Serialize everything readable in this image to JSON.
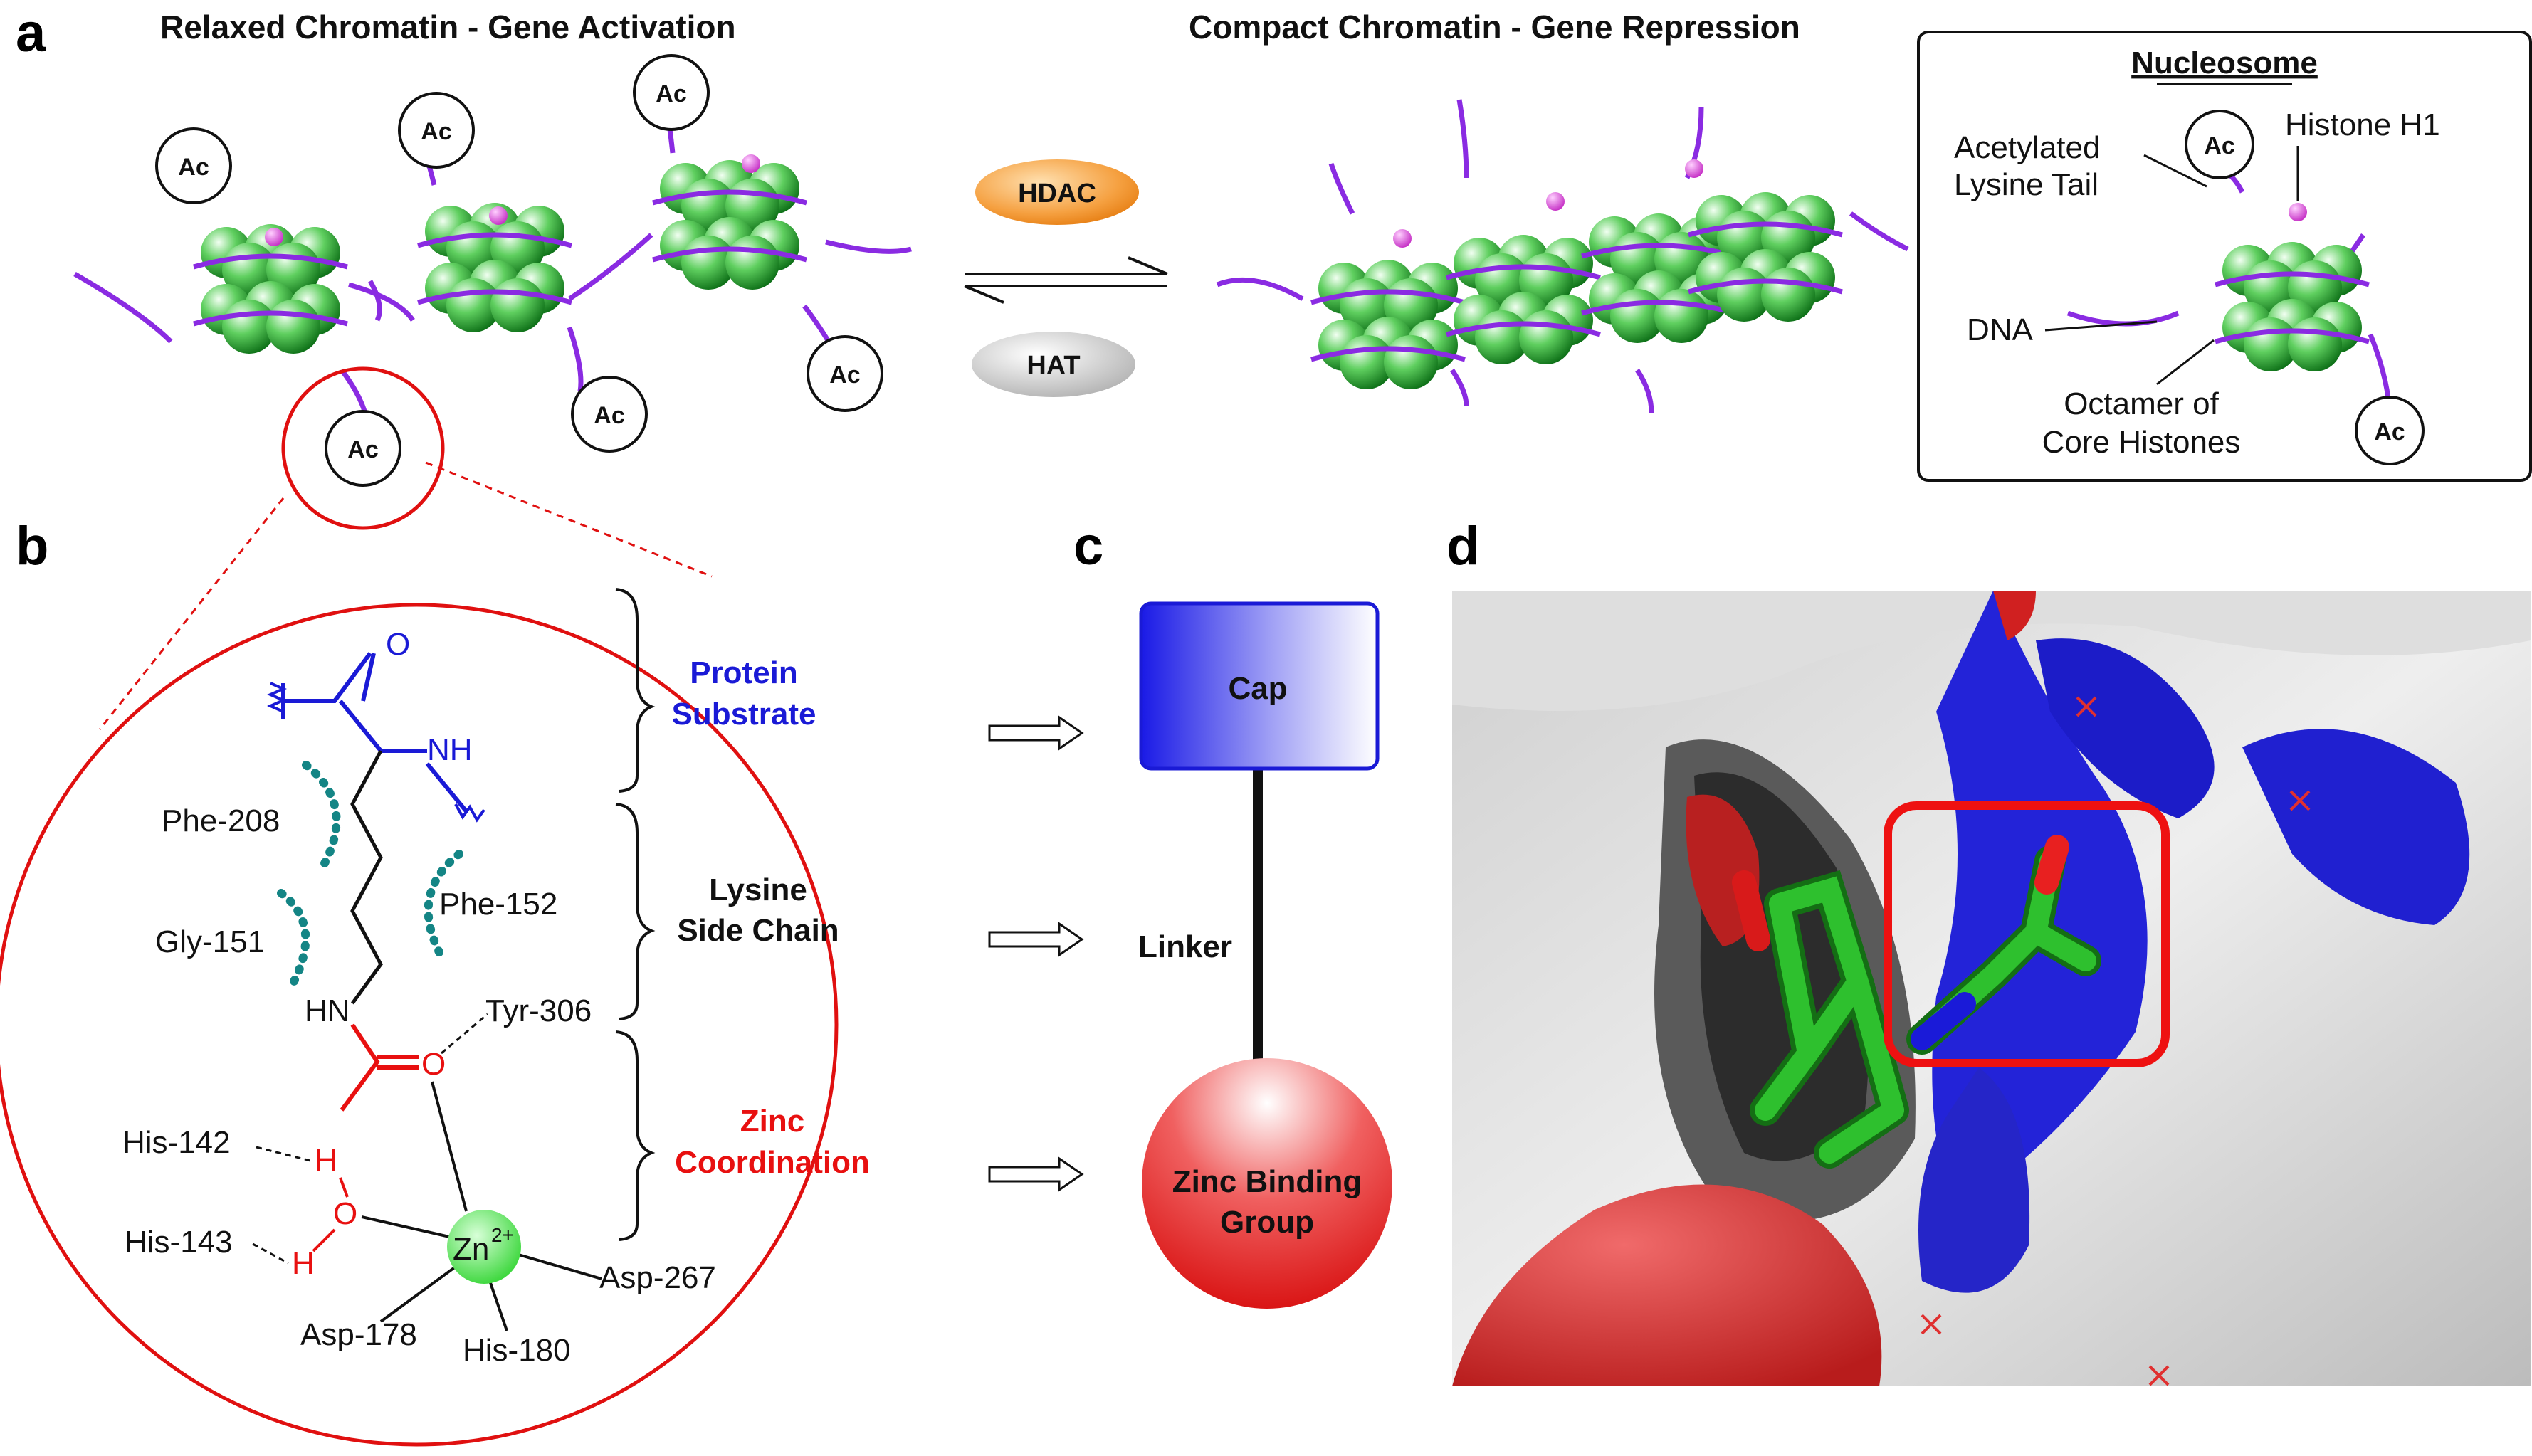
{
  "panels": {
    "a": {
      "letter": "a",
      "title_left": "Relaxed Chromatin - Gene Activation",
      "title_right": "Compact Chromatin - Gene Repression",
      "ac_label": "Ac",
      "enzyme_forward": "HDAC",
      "enzyme_reverse": "HAT",
      "inset": {
        "title": "Nucleosome",
        "label_tail_1": "Acetylated",
        "label_tail_2": "Lysine Tail",
        "label_h1": "Histone H1",
        "label_dna": "DNA",
        "label_octamer_1": "Octamer of",
        "label_octamer_2": "Core Histones"
      }
    },
    "b": {
      "letter": "b",
      "region_protein_1": "Protein",
      "region_protein_2": "Substrate",
      "region_lysine_1": "Lysine",
      "region_lysine_2": "Side Chain",
      "region_zinc_1": "Zinc",
      "region_zinc_2": "Coordination",
      "atoms": {
        "carbonyl_o": "O",
        "amide_nh": "NH",
        "hn": "HN",
        "acetyl_o": "O",
        "water_h1": "H",
        "water_o": "O",
        "water_h2": "H",
        "zinc": "Zn",
        "zinc_charge": "2+"
      },
      "residues": {
        "phe208": "Phe-208",
        "phe152": "Phe-152",
        "gly151": "Gly-151",
        "tyr306": "Tyr-306",
        "his142": "His-142",
        "his143": "His-143",
        "asp267": "Asp-267",
        "asp178": "Asp-178",
        "his180": "His-180"
      }
    },
    "c": {
      "letter": "c",
      "cap": "Cap",
      "linker": "Linker",
      "zbg_1": "Zinc Binding",
      "zbg_2": "Group"
    },
    "d": {
      "letter": "d"
    }
  },
  "colors": {
    "histone_green": "#2e9e3a",
    "dna_purple": "#8a2be2",
    "h1_magenta": "#e040e0",
    "hdac_orange": "#f08a1a",
    "hat_gray": "#bdbdbd",
    "protein_blue": "#1a1ad6",
    "zinc_red": "#e81010",
    "residue_teal": "#148585",
    "zinc_green": "#2ee02e"
  }
}
